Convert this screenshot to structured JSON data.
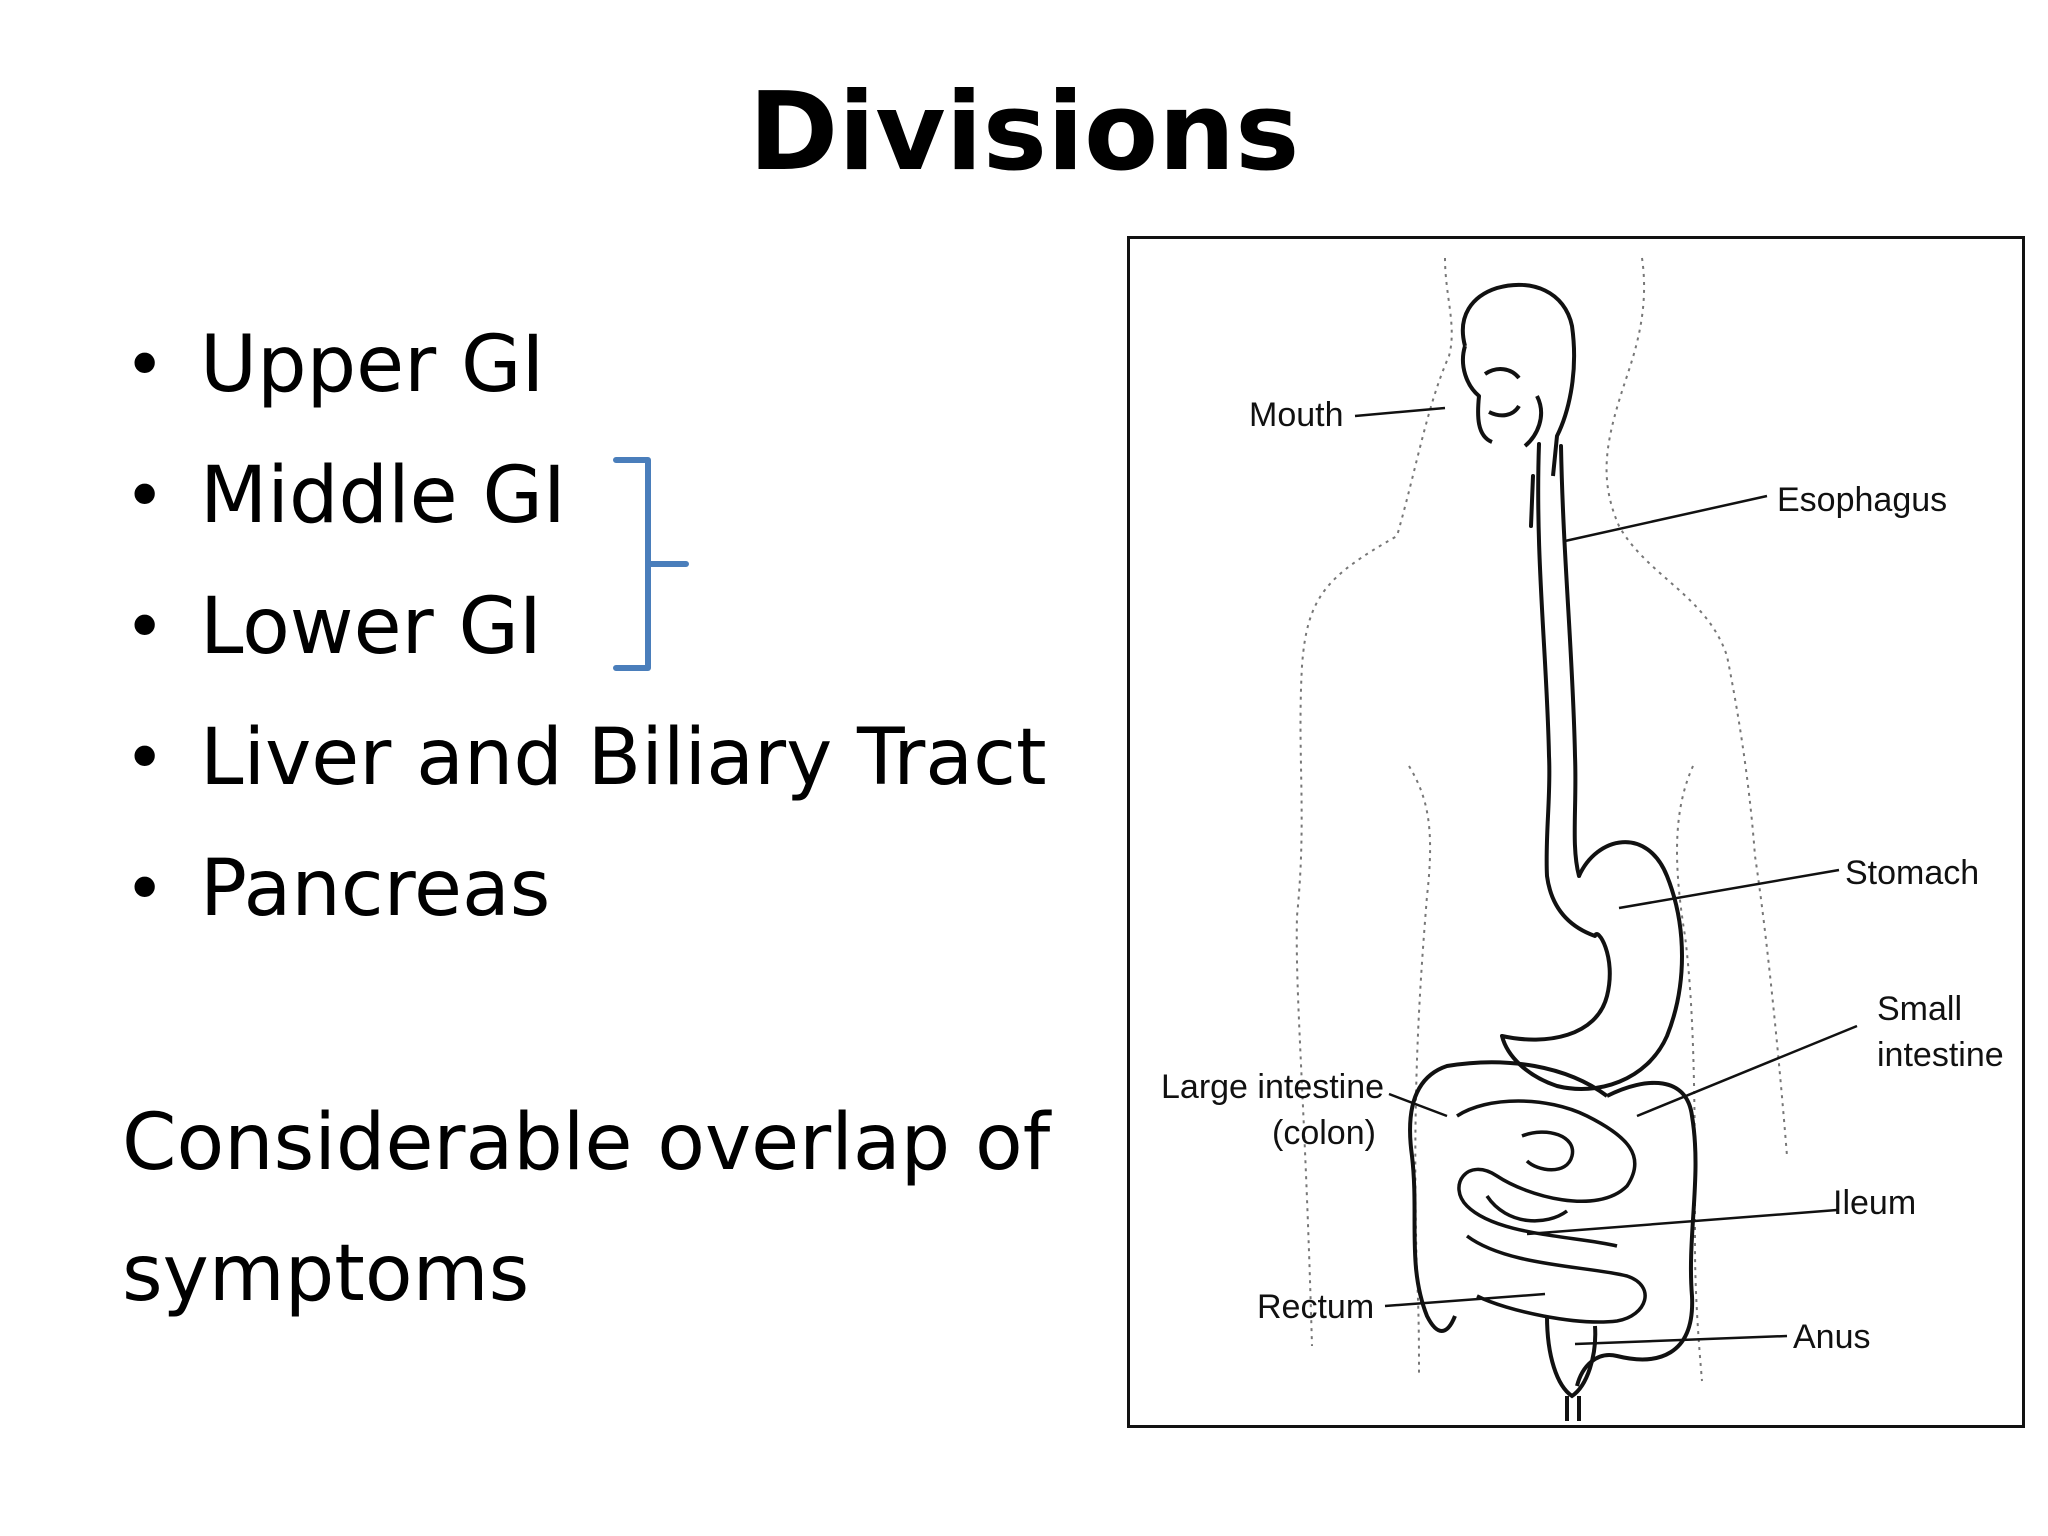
{
  "title": "Divisions",
  "bullets": [
    {
      "label": "Upper GI"
    },
    {
      "label": "Middle GI"
    },
    {
      "label": "Lower GI"
    },
    {
      "label": "Liver and Biliary Tract"
    },
    {
      "label": "Pancreas"
    }
  ],
  "bullet_glyph": "•",
  "note_lines": [
    "Considerable overlap of",
    "symptoms"
  ],
  "bracket_color": "#4a7ebb",
  "diagram": {
    "labels": {
      "mouth": "Mouth",
      "esophagus": "Esophagus",
      "stomach": "Stomach",
      "small_intestine_1": "Small",
      "small_intestine_2": "intestine",
      "large_intestine_1": "Large intestine",
      "large_intestine_2": "(colon)",
      "ileum": "Ileum",
      "rectum": "Rectum",
      "anus": "Anus"
    }
  }
}
